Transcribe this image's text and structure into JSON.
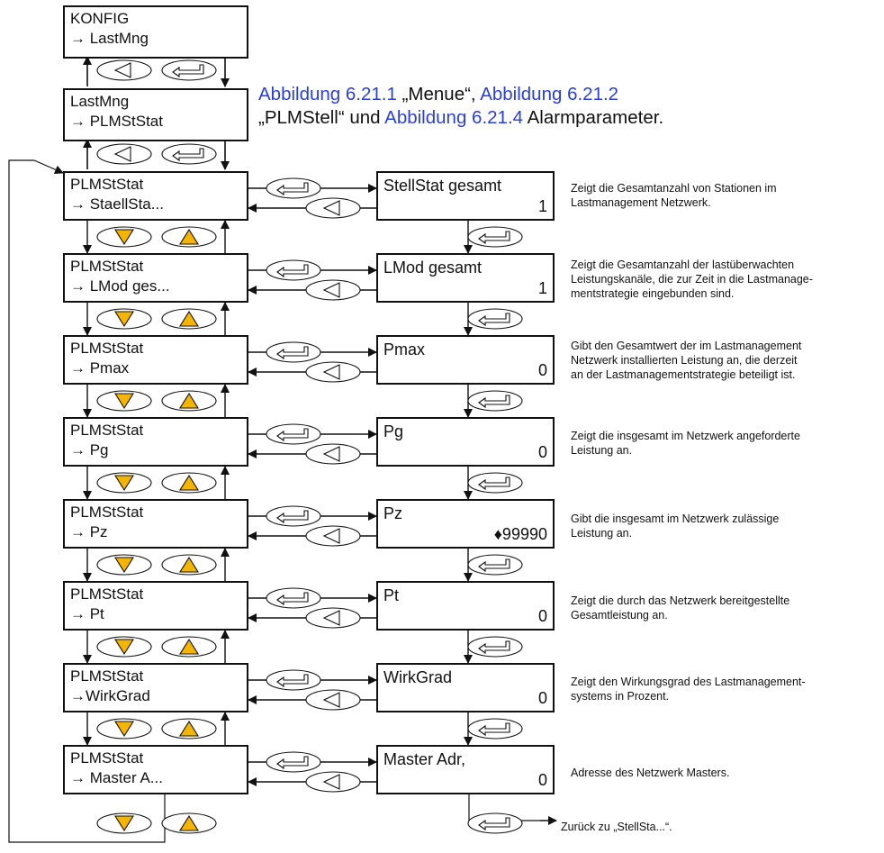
{
  "intro": {
    "p1": "Abbildung 6.21.1",
    "p2": " „Menue“, ",
    "p3": "Abbildung 6.21.2",
    "p4": "„PLMStell“ und ",
    "p5": "Abbildung 6.21.4",
    "p6": " Alarmparameter."
  },
  "top_boxes": [
    {
      "line1": "KONFIG",
      "line2": "→ LastMng"
    },
    {
      "line1": "LastMng",
      "line2": "→ PLMStStat"
    }
  ],
  "left_boxes": [
    {
      "line1": "PLMStStat",
      "line2": "→ StaellSta..."
    },
    {
      "line1": "PLMStStat",
      "line2": "→ LMod ges..."
    },
    {
      "line1": "PLMStStat",
      "line2": "→ Pmax"
    },
    {
      "line1": "PLMStStat",
      "line2": "→ Pg"
    },
    {
      "line1": "PLMStStat",
      "line2": "→ Pz"
    },
    {
      "line1": "PLMStStat",
      "line2": "→ Pt"
    },
    {
      "line1": "PLMStStat",
      "line2": "→WirkGrad"
    },
    {
      "line1": "PLMStStat",
      "line2": "→ Master A..."
    }
  ],
  "right_boxes": [
    {
      "title": "StellStat gesamt",
      "value": "1"
    },
    {
      "title": "LMod gesamt",
      "value": "1"
    },
    {
      "title": "Pmax",
      "value": "0"
    },
    {
      "title": "Pg",
      "value": "0"
    },
    {
      "title": "Pz",
      "value": "♦99990"
    },
    {
      "title": "Pt",
      "value": "0"
    },
    {
      "title": "WirkGrad",
      "value": "0"
    },
    {
      "title": "Master Adr,",
      "value": "0"
    }
  ],
  "descriptions": [
    {
      "l1": "Zeigt die Gesamtanzahl von Stationen im",
      "l2": "Lastmanagement Netzwerk.",
      "l3": ""
    },
    {
      "l1": "Zeigt die Gesamtanzahl der lastüberwachten",
      "l2": "Leistungskanäle, die zur Zeit in die Lastmanage-",
      "l3": "mentstrategie eingebunden sind."
    },
    {
      "l1": "Gibt den Gesamtwert der im Lastmanagement",
      "l2": "Netzwerk installierten Leistung an, die derzeit",
      "l3": "an der Lastmanagementstrategie beteiligt ist."
    },
    {
      "l1": "Zeigt die insgesamt im Netzwerk angeforderte",
      "l2": "Leistung an.",
      "l3": ""
    },
    {
      "l1": "Gibt die insgesamt im Netzwerk zulässige",
      "l2": "Leistung an.",
      "l3": ""
    },
    {
      "l1": "Zeigt die durch das Netzwerk bereitgestellte",
      "l2": "Gesamtleistung an.",
      "l3": ""
    },
    {
      "l1": "Zeigt den Wirkungsgrad des Lastmanagement-",
      "l2": "systems in Prozent.",
      "l3": ""
    },
    {
      "l1": "Adresse des Netzwerk Masters.",
      "l2": "",
      "l3": ""
    }
  ],
  "back_note": "Zurück zu „StellSta...“.",
  "icons": {
    "page_button": "left-triangle-icon",
    "enter_button": "enter-arrow-icon",
    "down_button": "down-triangle-icon",
    "up_button": "up-triangle-icon"
  },
  "colors": {
    "line": "#111111",
    "button_fill": "#ffffff",
    "accent_fill": "#f5b400",
    "link": "#2a3fd6"
  }
}
